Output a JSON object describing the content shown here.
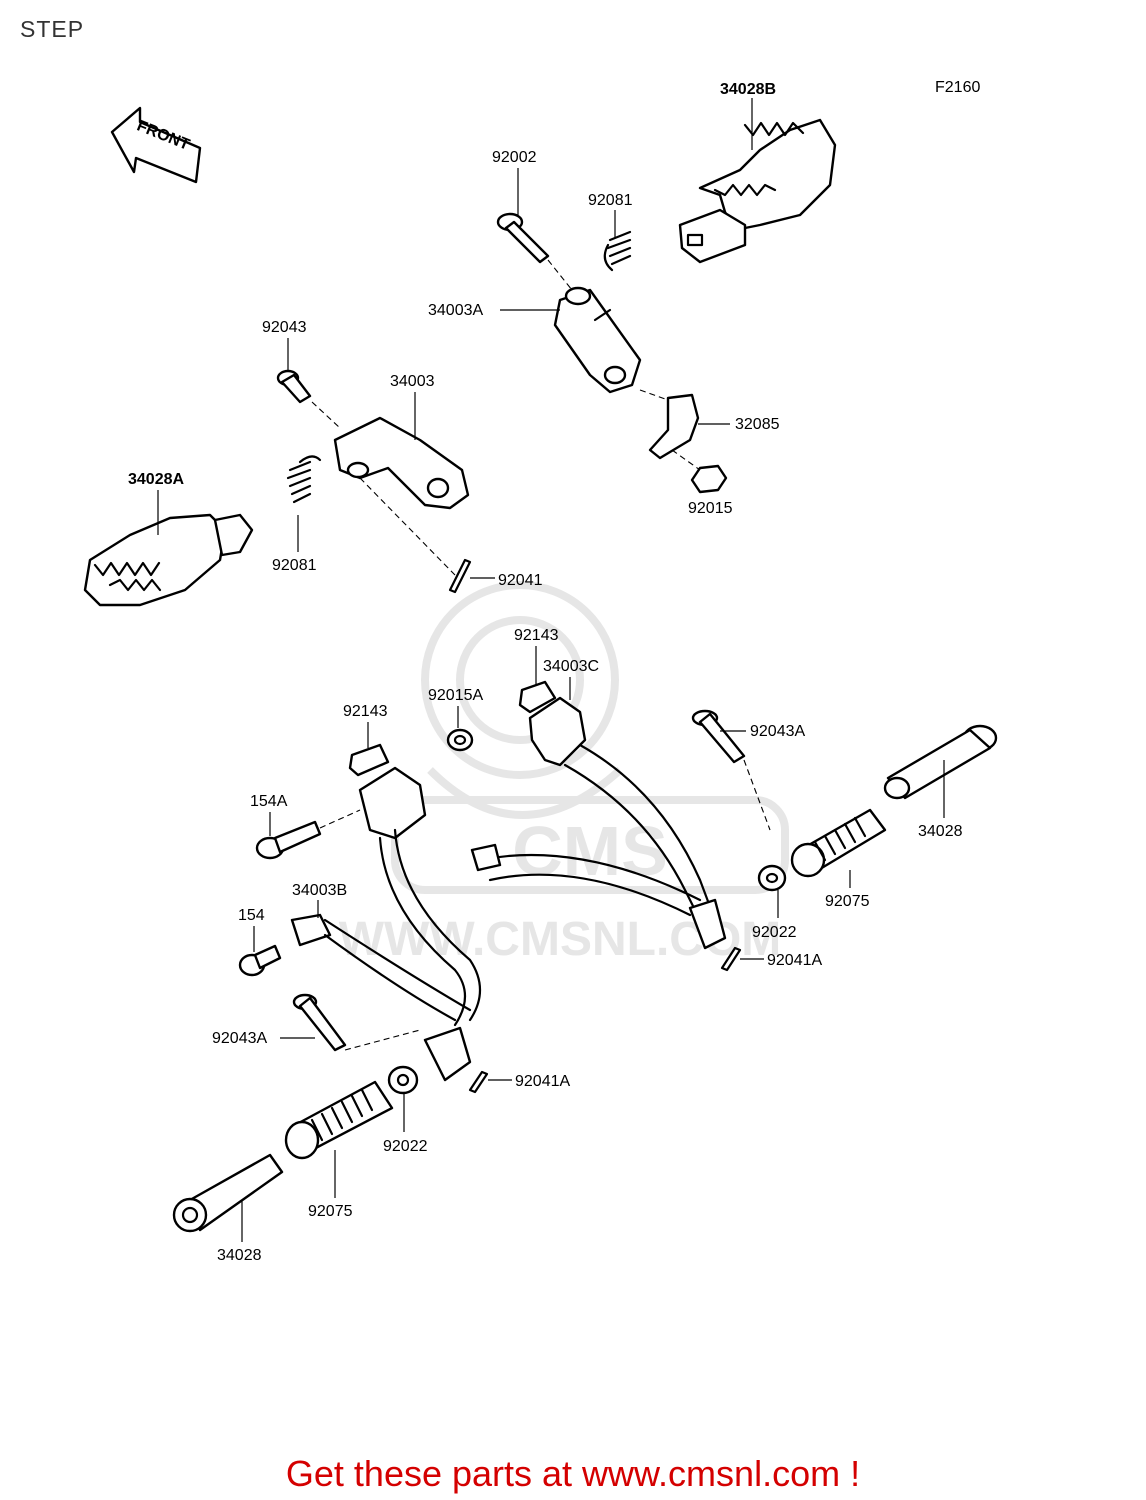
{
  "page_title": "STEP",
  "figure_code": "F2160",
  "front_arrow_label": "FRONT",
  "watermark_url": "WWW.CMSNL.COM",
  "watermark_text": "CMS",
  "labels": {
    "p34028B": "34028B",
    "p92002": "92002",
    "p92081_top": "92081",
    "p34003A": "34003A",
    "p92043": "92043",
    "p34003": "34003",
    "p32085": "32085",
    "p92015": "92015",
    "p34028A": "34028A",
    "p92081_left": "92081",
    "p92041": "92041",
    "p92143_top": "92143",
    "p34003C": "34003C",
    "p92015A": "92015A",
    "p92143_left": "92143",
    "p92043A_right": "92043A",
    "p154A": "154A",
    "p34028_right": "34028",
    "p34003B": "34003B",
    "p92075_right": "92075",
    "p92022_right": "92022",
    "p154": "154",
    "p92041A_right": "92041A",
    "p92043A_left": "92043A",
    "p92041A_left": "92041A",
    "p92022_left": "92022",
    "p92075_left": "92075",
    "p34028_left": "34028"
  },
  "footer": "Get these parts at www.cmsnl.com !",
  "colors": {
    "footer": "#d40000",
    "line": "#000000",
    "watermark": "#e6e6e6"
  }
}
